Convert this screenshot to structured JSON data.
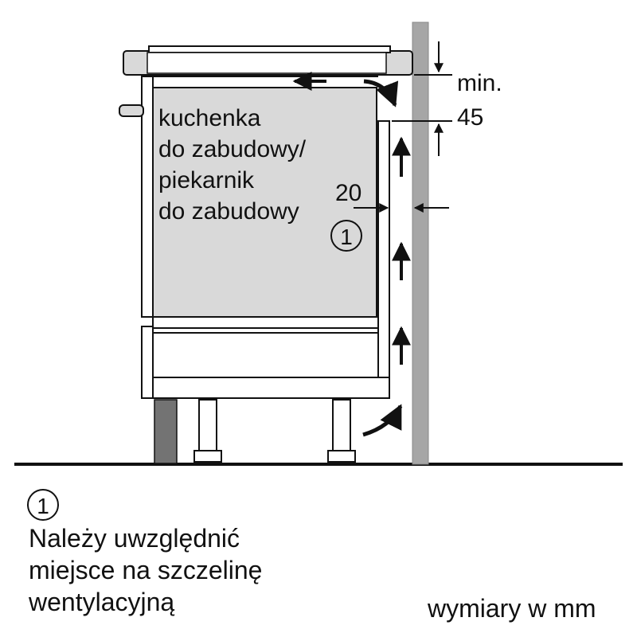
{
  "appliance_label": {
    "line1": "kuchenka",
    "line2": "do zabudowy/",
    "line3": "piekarnik",
    "line4": "do zabudowy"
  },
  "callout_marker": "1",
  "dimensions": {
    "gap_value": "20",
    "min_label": "min.",
    "min_value": "45"
  },
  "legend": {
    "marker": "1",
    "line1": "Należy uwzględnić",
    "line2": "miejsce na szczelinę",
    "line3": "wentylacyjną"
  },
  "units_note": "wymiary w mm",
  "colors": {
    "appliance_fill": "#d9d9d9",
    "wall_fill": "#a6a6a6",
    "plinth_fill": "#737373",
    "outline": "#111111"
  }
}
